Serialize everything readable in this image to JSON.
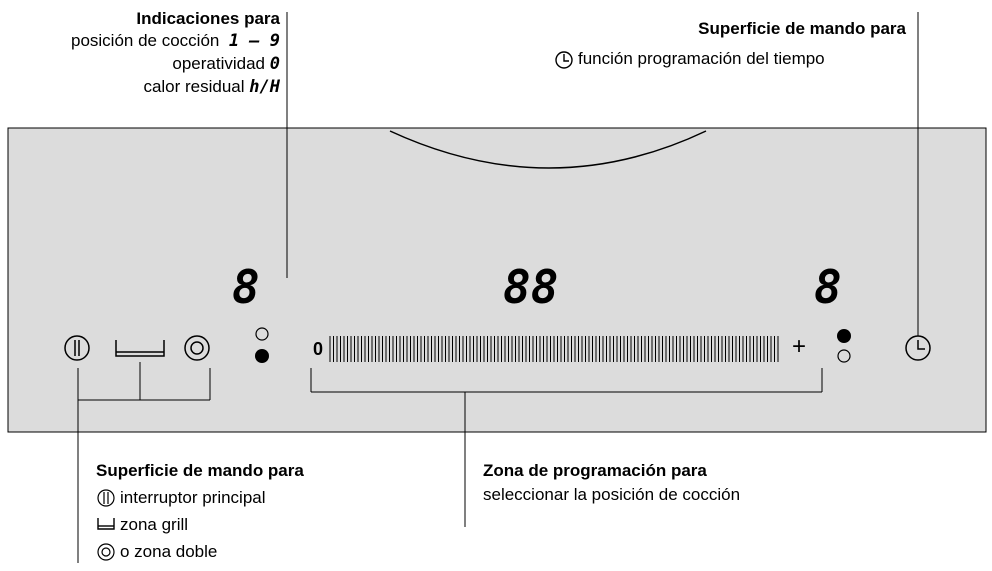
{
  "labels": {
    "indicaciones": {
      "title": "Indicaciones para",
      "line1": "posición de cocción",
      "line1_value": "1 – 9",
      "line2": "operatividad",
      "line2_value": "0",
      "line3": "calor residual",
      "line3_value": "h/H"
    },
    "timer": {
      "title": "Superficie de mando para",
      "line1": "función programación del tiempo"
    },
    "controls": {
      "title": "Superficie de mando para",
      "line1": "interruptor principal",
      "line2": "zona grill",
      "line3": "o zona doble"
    },
    "programming": {
      "title": "Zona de programación para",
      "line1": "seleccionar la posición de cocción"
    }
  },
  "panel": {
    "left_display": "8",
    "center_display": "88",
    "right_display": "8",
    "slider_min": "0",
    "slider_max": "+"
  },
  "colors": {
    "panel_fill": "#dcdcdc",
    "line": "#000000"
  },
  "icons": [
    "power-icon",
    "grill-zone-icon",
    "double-zone-icon",
    "clock-icon"
  ]
}
